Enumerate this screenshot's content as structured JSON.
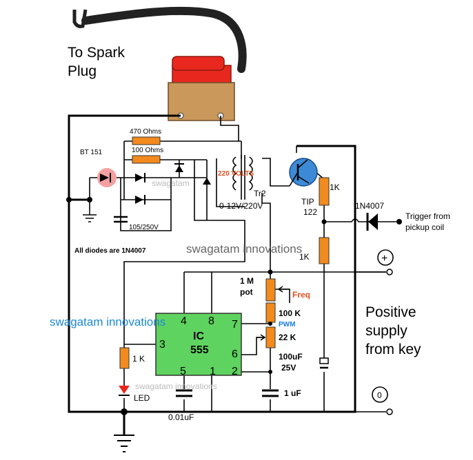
{
  "labels": {
    "spark_plug_line1": "To Spark",
    "spark_plug_line2": "Plug",
    "r_470": "470 Ohms",
    "r_100": "100 Ohms",
    "scr": "BT 151",
    "cap_105": "105/250V",
    "diodes_note": "All diodes are 1N4007",
    "transformer_volts": "220 VOLTS",
    "tr2": "Tr2",
    "transformer_rating": "0-12V/220V",
    "transistor_line1": "TIP",
    "transistor_line2": "122",
    "r_1k_top": "1K",
    "r_1k_mid": "1K",
    "diode_1n4007": "1N4007",
    "trigger_line1": "Trigger from",
    "trigger_line2": "pickup coil",
    "pot_line1": "1 M",
    "pot_line2": "pot",
    "freq": "Freq",
    "r_100k": "100 K",
    "pwm": "PWM",
    "r_22k": "22 K",
    "cap_100uf_line1": "100uF",
    "cap_100uf_line2": "25V",
    "cap_1uf": "1 uF",
    "cap_001uf": "0.01uF",
    "ic_line1": "IC",
    "ic_line2": "555",
    "pin_4": "4",
    "pin_8": "8",
    "pin_7": "7",
    "pin_3": "3",
    "pin_6": "6",
    "pin_5": "5",
    "pin_1": "1",
    "pin_2": "2",
    "r_1k_led": "1 K",
    "led": "LED",
    "plus_symbol": "+",
    "zero_symbol": "0",
    "supply_line1": "Positive",
    "supply_line2": "supply",
    "supply_line3": "from key",
    "watermark_main": "swagatam innovations",
    "watermark_blue": "swagatam innovations",
    "watermark_faint_top": "swagatam",
    "watermark_faint_bottom": "swagatam innovations"
  },
  "colors": {
    "coil_red": "#e8281e",
    "resistor_orange": "#f28a1e",
    "ic_green": "#5fd35f",
    "transistor_blue": "#3c8ad6",
    "freq_text": "#e05020",
    "pwm_text": "#1a7ad6",
    "watermark_blue": "#1a88d6"
  }
}
